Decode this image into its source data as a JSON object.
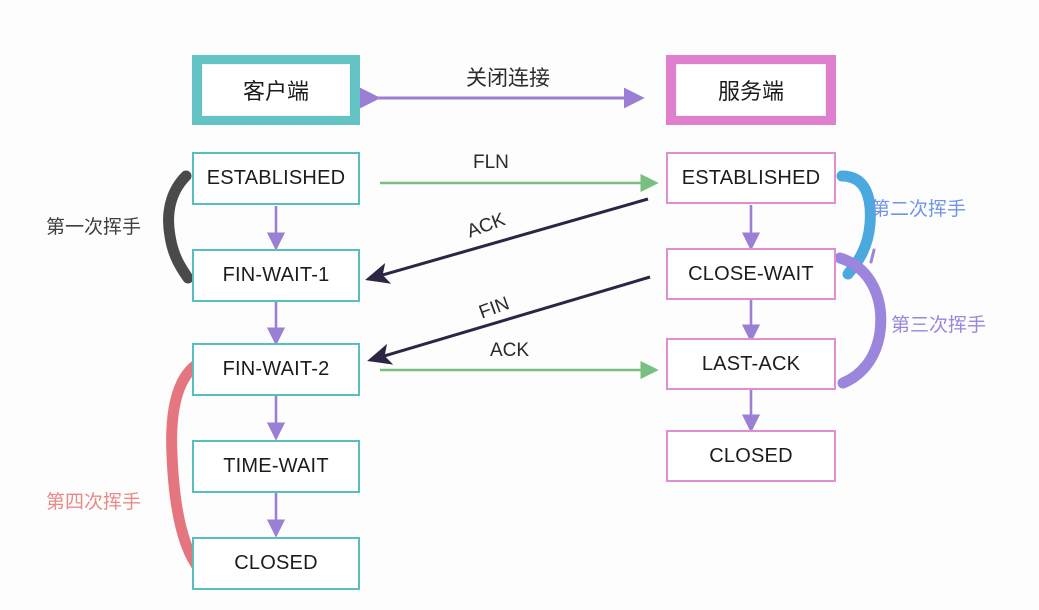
{
  "diagram": {
    "title_client": "客户端",
    "title_server": "服务端",
    "top_arrow_label": "关闭连接",
    "colors": {
      "client_accent": "#63c2c3",
      "server_accent": "#e07fce",
      "vertical_arrow": "#9a7fd4",
      "green_arrow": "#79bf82",
      "dark_arrow": "#2e2544",
      "brace_first": "#4a4a4a",
      "brace_second": "#4ba9dd",
      "brace_third": "#9b85dd",
      "brace_fourth": "#e5757f"
    }
  },
  "client_column": {
    "header": "客户端",
    "states": [
      {
        "label": "ESTABLISHED"
      },
      {
        "label": "FIN-WAIT-1"
      },
      {
        "label": "FIN-WAIT-2"
      },
      {
        "label": "TIME-WAIT"
      },
      {
        "label": "CLOSED"
      }
    ]
  },
  "server_column": {
    "header": "服务端",
    "states": [
      {
        "label": "ESTABLISHED"
      },
      {
        "label": "CLOSE-WAIT"
      },
      {
        "label": "LAST-ACK"
      },
      {
        "label": "CLOSED"
      }
    ]
  },
  "messages": [
    {
      "label": "FLN",
      "direction": "client-to-server"
    },
    {
      "label": "ACK",
      "direction": "server-to-client"
    },
    {
      "label": "FIN",
      "direction": "server-to-client"
    },
    {
      "label": "ACK",
      "direction": "client-to-server"
    }
  ],
  "annotations": [
    {
      "label": "第一次挥手",
      "color": "#3e3e3e"
    },
    {
      "label": "第二次挥手",
      "color": "#6f94e8"
    },
    {
      "label": "第三次挥手",
      "color": "#9b85dd"
    },
    {
      "label": "第四次挥手",
      "color": "#e98a86"
    }
  ]
}
